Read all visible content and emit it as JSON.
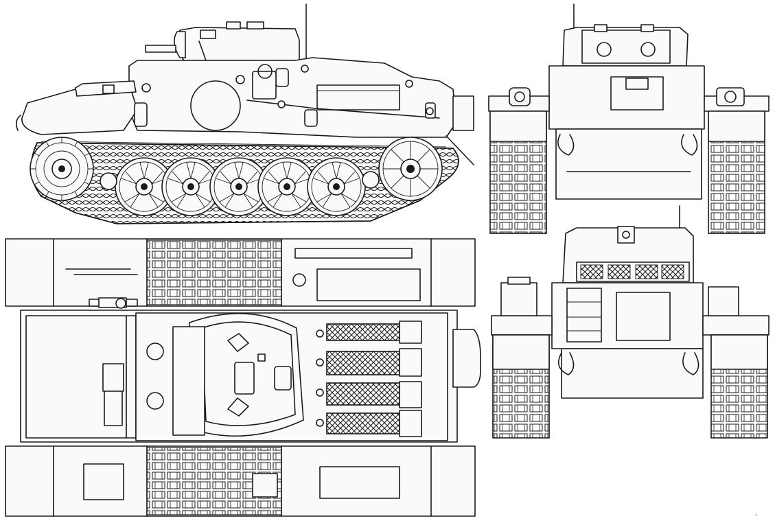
{
  "drawing": {
    "views": [
      "side-view",
      "top-view",
      "front-view",
      "rear-view"
    ],
    "corner_mark": "'"
  },
  "side_view": {
    "road_wheels": 5,
    "return_rollers": 0
  },
  "top_view": {
    "engine_grilles": 4
  },
  "colors": {
    "line": "#1a1a1a",
    "paper": "#ffffff"
  }
}
